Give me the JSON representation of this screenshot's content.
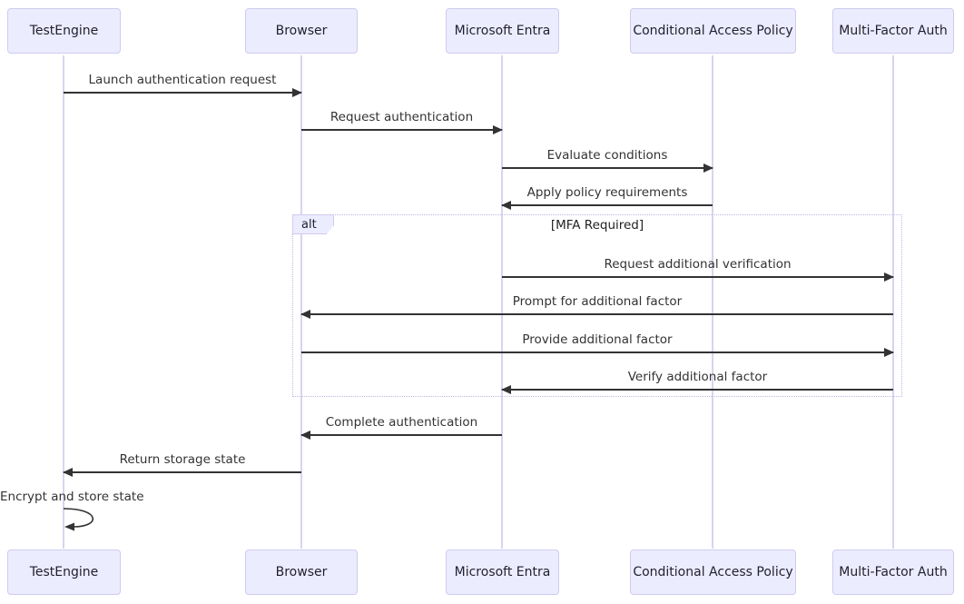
{
  "diagram": {
    "type": "sequence",
    "participants": [
      {
        "name": "TestEngine"
      },
      {
        "name": "Browser"
      },
      {
        "name": "Microsoft Entra"
      },
      {
        "name": "Conditional Access Policy"
      },
      {
        "name": "Multi-Factor Auth"
      }
    ],
    "messages": [
      {
        "from": "TestEngine",
        "to": "Browser",
        "label": "Launch authentication request",
        "arrow": "solid"
      },
      {
        "from": "Browser",
        "to": "Microsoft Entra",
        "label": "Request authentication",
        "arrow": "solid"
      },
      {
        "from": "Microsoft Entra",
        "to": "Conditional Access Policy",
        "label": "Evaluate conditions",
        "arrow": "solid"
      },
      {
        "from": "Conditional Access Policy",
        "to": "Microsoft Entra",
        "label": "Apply policy requirements",
        "arrow": "solid"
      },
      {
        "from": "Microsoft Entra",
        "to": "Multi-Factor Auth",
        "label": "Request additional verification",
        "arrow": "solid"
      },
      {
        "from": "Multi-Factor Auth",
        "to": "Browser",
        "label": "Prompt for additional factor",
        "arrow": "solid"
      },
      {
        "from": "Browser",
        "to": "Multi-Factor Auth",
        "label": "Provide additional factor",
        "arrow": "solid"
      },
      {
        "from": "Multi-Factor Auth",
        "to": "Microsoft Entra",
        "label": "Verify additional factor",
        "arrow": "solid"
      },
      {
        "from": "Microsoft Entra",
        "to": "Browser",
        "label": "Complete authentication",
        "arrow": "solid"
      },
      {
        "from": "Browser",
        "to": "TestEngine",
        "label": "Return storage state",
        "arrow": "solid"
      },
      {
        "from": "TestEngine",
        "to": "TestEngine",
        "label": "Encrypt and store state",
        "arrow": "self"
      }
    ],
    "alt_frame": {
      "operator": "alt",
      "condition": "[MFA Required]"
    },
    "colors": {
      "background": "#ffffff",
      "actor_fill": "#ECECFF",
      "actor_border": "#cfcbef",
      "lifeline": "#d8d4f0",
      "arrow": "#333333",
      "text": "#333333",
      "frame_border": "#bcb6e8"
    }
  }
}
